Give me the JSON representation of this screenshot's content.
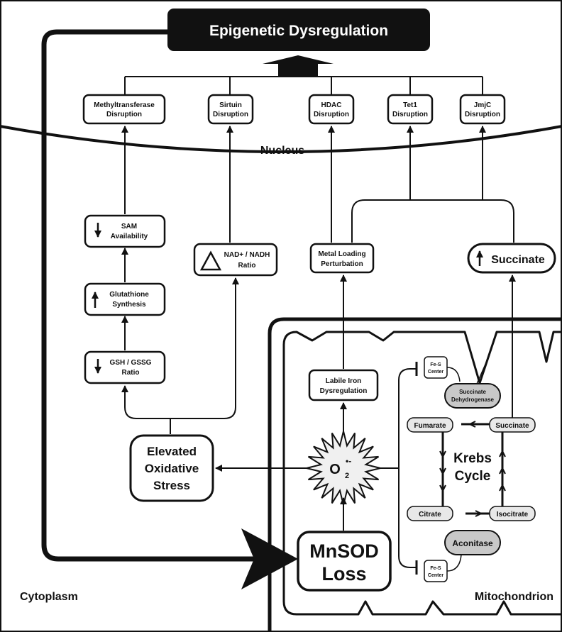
{
  "title": "Epigenetic Dysregulation",
  "regions": {
    "nucleus": "Nucleus",
    "cytoplasm": "Cytoplasm",
    "mitochondrion": "Mitochondrion"
  },
  "disruptions": [
    {
      "line1": "Methyltransferase",
      "line2": "Disruption"
    },
    {
      "line1": "Sirtuin",
      "line2": "Disruption"
    },
    {
      "line1": "HDAC",
      "line2": "Disruption"
    },
    {
      "line1": "Tet1",
      "line2": "Disruption"
    },
    {
      "line1": "JmjC",
      "line2": "Disruption"
    }
  ],
  "sam": {
    "line1": "SAM",
    "line2": "Availability",
    "direction": "down"
  },
  "glutathione": {
    "line1": "Glutathione",
    "line2": "Synthesis",
    "direction": "up"
  },
  "gsh": {
    "line1": "GSH / GSSG",
    "line2": "Ratio",
    "direction": "down"
  },
  "nad": {
    "line1": "NAD+ / NADH",
    "line2": "Ratio",
    "symbol": "delta"
  },
  "metal": {
    "line1": "Metal Loading",
    "line2": "Perturbation"
  },
  "succinate_main": {
    "label": "Succinate",
    "direction": "up"
  },
  "labile_iron": {
    "line1": "Labile Iron",
    "line2": "Dysregulation"
  },
  "oxidative": {
    "line1": "Elevated",
    "line2": "Oxidative",
    "line3": "Stress"
  },
  "superoxide": {
    "base": "O",
    "sub": "2",
    "sup": "•-"
  },
  "mnsod": {
    "line1": "MnSOD",
    "line2": "Loss"
  },
  "krebs": {
    "line1": "Krebs",
    "line2": "Cycle",
    "fumarate": "Fumarate",
    "succinate": "Succinate",
    "citrate": "Citrate",
    "isocitrate": "Isocitrate"
  },
  "enzymes": {
    "sdh_line1": "Succinate",
    "sdh_line2": "Dehydrogenase",
    "aconitase": "Aconitase",
    "fes_line1": "Fe-S",
    "fes_line2": "Center"
  }
}
